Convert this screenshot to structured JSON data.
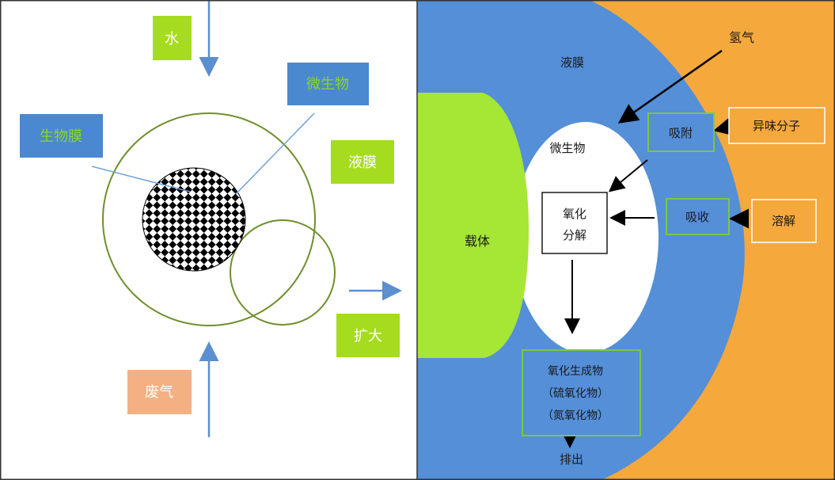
{
  "left_panel": {
    "water": "水",
    "microbe": "微生物",
    "biofilm": "生物膜",
    "liquid_film": "液膜",
    "enlarge": "扩大",
    "waste_gas": "废气"
  },
  "right_panel": {
    "liquid_film": "液膜",
    "oxygen": "氢气",
    "odor_molecule": "异味分子",
    "adsorption": "吸附",
    "microbe": "微生物",
    "oxidize_line1": "氧化",
    "oxidize_line2": "分解",
    "absorption": "吸收",
    "dissolve": "溶解",
    "carrier": "载体",
    "products_line1": "氧化生成物",
    "products_line2": "（硫氧化物）",
    "products_line3": "（氮氧化物）",
    "discharge": "排出"
  },
  "colors": {
    "label_green_bg": "#a6dc1f",
    "label_blue_bg": "#4a88d0",
    "label_orange_bg": "#f4b082",
    "label_blue_text": "#8bd52a",
    "label_green_text": "#ffffff",
    "liquid_film_blue": "#548fd8",
    "orange_outer": "#f5a83c",
    "carrier_green": "#a6e635",
    "circle_stroke": "#6f8f2e",
    "arrow_blue": "#5b8fcf",
    "box_border": "#7ec643"
  }
}
